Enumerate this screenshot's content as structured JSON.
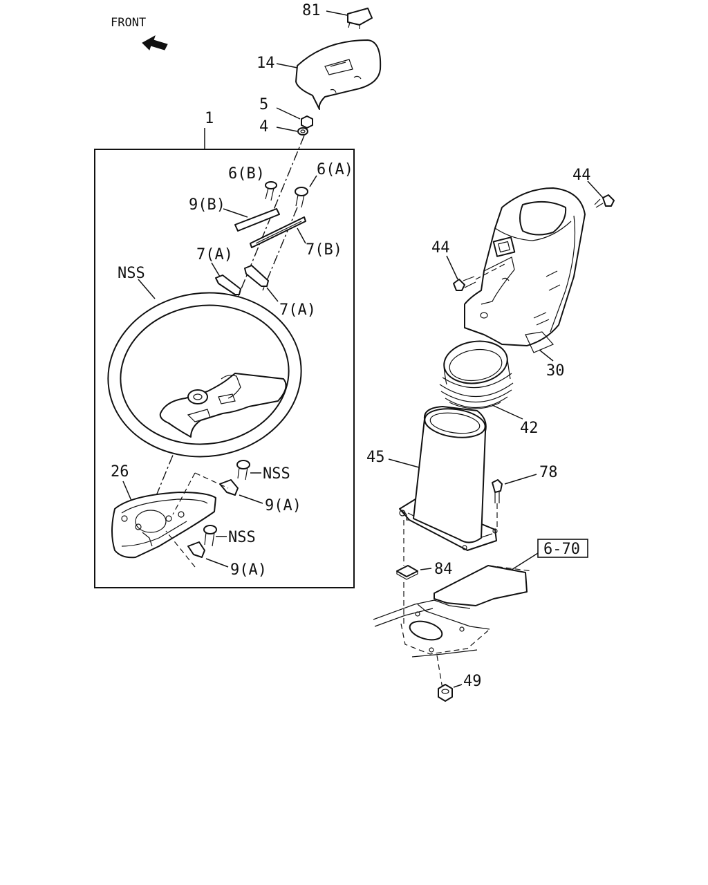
{
  "diagram": {
    "front_label": "FRONT",
    "callouts": {
      "p81": "81",
      "p14": "14",
      "p5": "5",
      "p4": "4",
      "p1": "1",
      "p6b": "6(B)",
      "p6a": "6(A)",
      "p9b": "9(B)",
      "p7a_top": "7(A)",
      "p7b": "7(B)",
      "p7a_right": "7(A)",
      "nss_wheel": "NSS",
      "p26": "26",
      "nss_upper": "NSS",
      "p9a_upper": "9(A)",
      "nss_lower": "NSS",
      "p9a_lower": "9(A)",
      "p44_top": "44",
      "p44_left": "44",
      "p30": "30",
      "p42": "42",
      "p45": "45",
      "p78": "78",
      "ref_6_70": "6-70",
      "p84": "84",
      "p49": "49"
    }
  }
}
